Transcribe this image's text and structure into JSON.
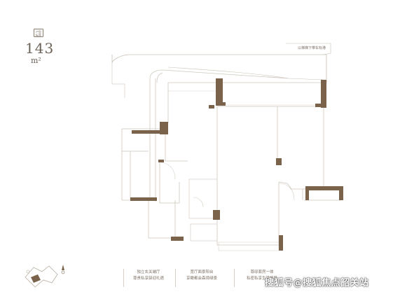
{
  "plan": {
    "badge": "户型\n标签",
    "area_value": "143",
    "area_unit": "m²",
    "note": "以梯梯下带车标港"
  },
  "captions": [
    [
      "独立玄关端厅",
      "尊贵私享驿迎礼遇"
    ],
    [
      "宽厅面景阳台",
      "享瞰都会森境绿景"
    ],
    [
      "尊邸套房一体",
      "私密私享生活格局"
    ]
  ],
  "compass_label": "北",
  "watermark": "搜狐号@搜狐焦点韶关站",
  "colors": {
    "wall": "#7a634a",
    "outline": "#c9c1b6",
    "text": "#6b6258"
  }
}
